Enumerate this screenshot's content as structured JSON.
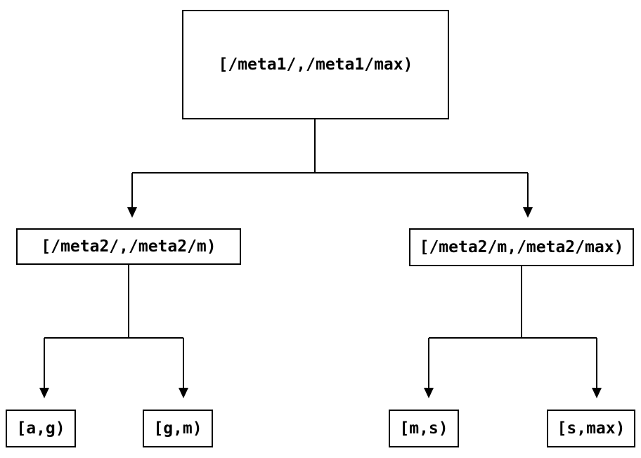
{
  "diagram": {
    "background_color": "#ffffff",
    "line_color": "#000000",
    "text_color": "#000000",
    "nodes": {
      "root": {
        "label": "[/meta1/,/meta1/max)"
      },
      "left_child": {
        "label": "[/meta2/,/meta2/m)"
      },
      "right_child": {
        "label": "[/meta2/m,/meta2/max)"
      },
      "leaf_a_g": {
        "label": "[a,g)"
      },
      "leaf_g_m": {
        "label": "[g,m)"
      },
      "leaf_m_s": {
        "label": "[m,s)"
      },
      "leaf_s_max": {
        "label": "[s,max)"
      }
    },
    "edges": [
      {
        "from": "root",
        "to": "left_child"
      },
      {
        "from": "root",
        "to": "right_child"
      },
      {
        "from": "left_child",
        "to": "leaf_a_g"
      },
      {
        "from": "left_child",
        "to": "leaf_g_m"
      },
      {
        "from": "right_child",
        "to": "leaf_m_s"
      },
      {
        "from": "right_child",
        "to": "leaf_s_max"
      }
    ]
  }
}
